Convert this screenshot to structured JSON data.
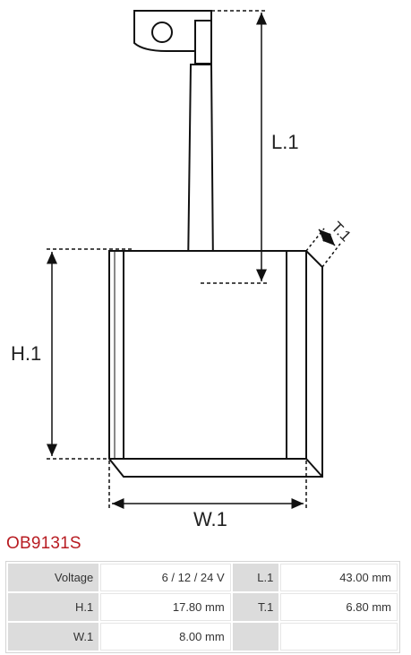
{
  "diagram": {
    "labels": {
      "length": "L.1",
      "height": "H.1",
      "width": "W.1",
      "thickness": "T.1"
    }
  },
  "part_code": "OB9131S",
  "specs": {
    "rows": [
      {
        "k1": "Voltage",
        "v1": "6 / 12 / 24 V",
        "k2": "L.1",
        "v2": "43.00 mm"
      },
      {
        "k1": "H.1",
        "v1": "17.80 mm",
        "k2": "T.1",
        "v2": "6.80 mm"
      },
      {
        "k1": "W.1",
        "v1": "8.00 mm",
        "k2": "",
        "v2": ""
      }
    ]
  }
}
